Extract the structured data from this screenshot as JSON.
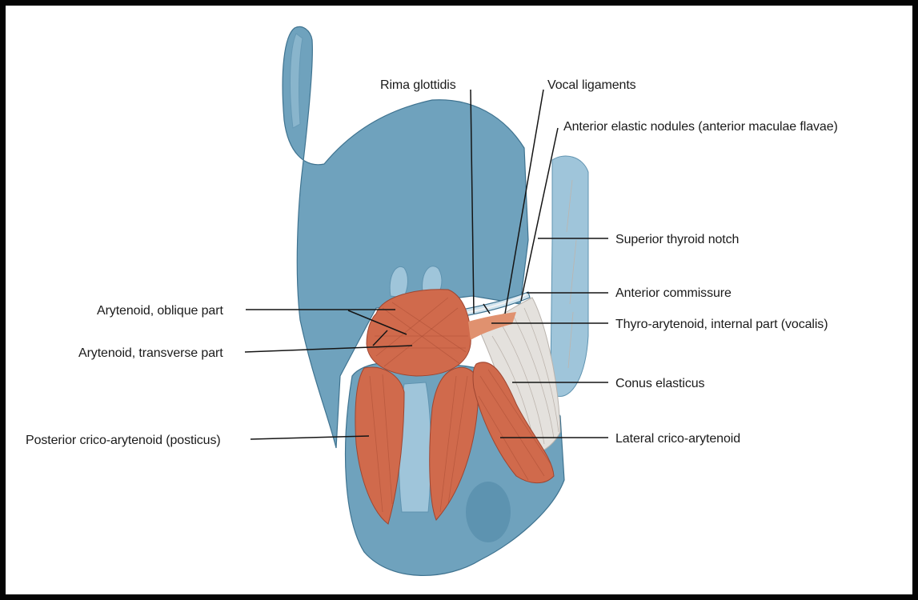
{
  "labels": {
    "rima_glottidis": "Rima glottidis",
    "vocal_ligaments": "Vocal ligaments",
    "anterior_elastic_nodules": "Anterior elastic nodules (anterior maculae flavae)",
    "superior_thyroid_notch": "Superior thyroid notch",
    "anterior_commissure": "Anterior commissure",
    "thyro_arytenoid_internal": "Thyro-arytenoid, internal part (vocalis)",
    "conus_elasticus": "Conus elasticus",
    "lateral_crico_arytenoid": "Lateral crico-arytenoid",
    "arytenoid_oblique": "Arytenoid, oblique part",
    "arytenoid_transverse": "Arytenoid, transverse part",
    "posterior_crico_arytenoid": "Posterior crico-arytenoid (posticus)"
  },
  "colors": {
    "cartilage": "#6fa2bd",
    "muscle": "#d06a4c",
    "elastic_tissue": "#e4e1dd",
    "frame": "#050505"
  }
}
